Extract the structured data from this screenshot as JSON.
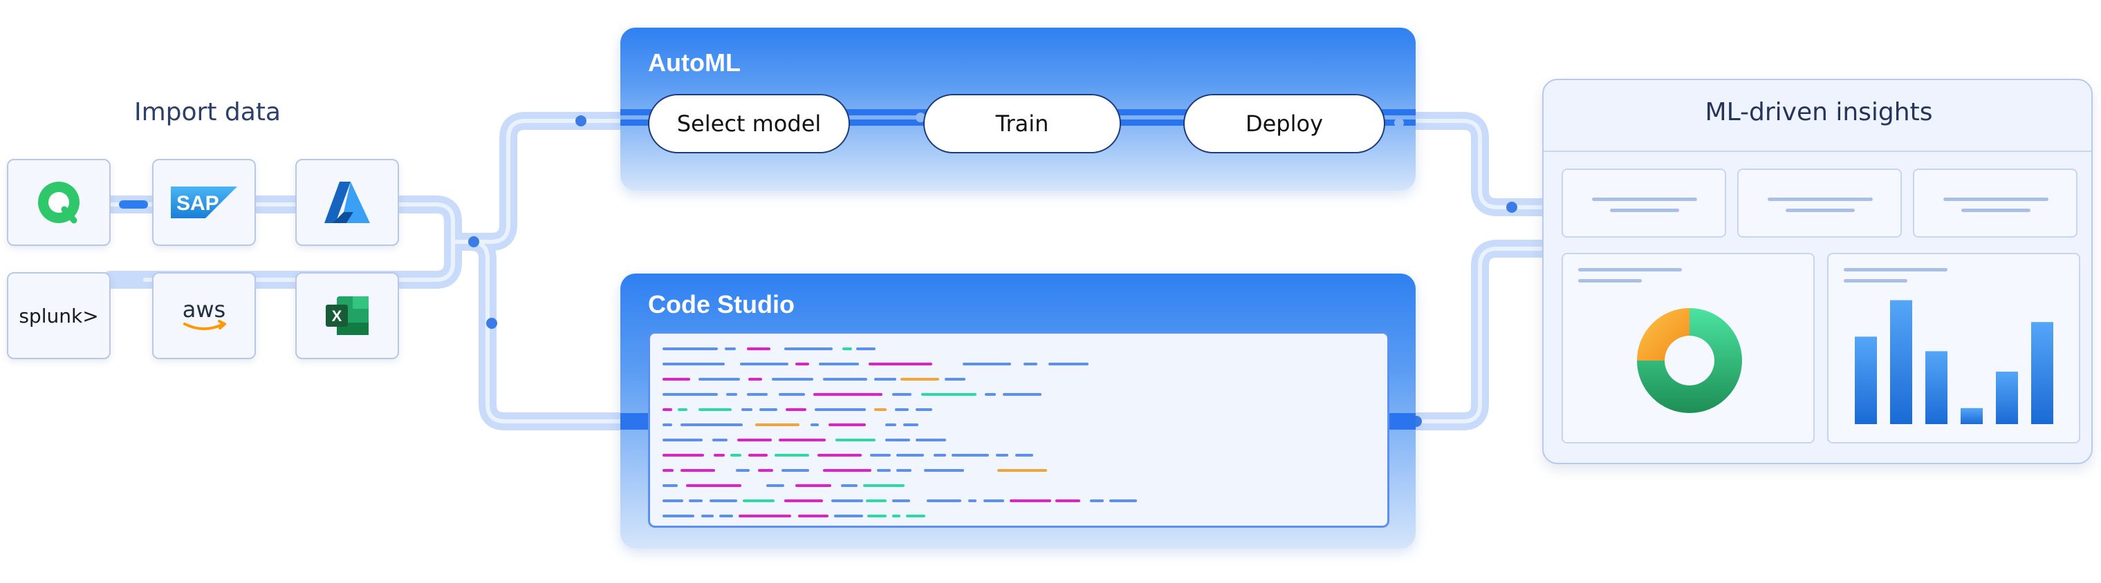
{
  "import": {
    "title": "Import data",
    "sources": [
      {
        "name": "qlik",
        "icon": "qlik-icon"
      },
      {
        "name": "SAP",
        "icon": "sap-icon"
      },
      {
        "name": "azure",
        "icon": "azure-icon"
      },
      {
        "name": "splunk>",
        "icon": "splunk-icon"
      },
      {
        "name": "aws",
        "icon": "aws-icon"
      },
      {
        "name": "excel",
        "icon": "excel-icon"
      }
    ]
  },
  "automl": {
    "title": "AutoML",
    "steps": [
      "Select model",
      "Train",
      "Deploy"
    ]
  },
  "code_studio": {
    "title": "Code Studio"
  },
  "insights": {
    "title": "ML-driven insights"
  },
  "colors": {
    "pipe": "#c5d8fb",
    "pipe_core": "#2f7cf0",
    "panel_top": "#2f80f1",
    "code_blue": "#5b8ff2",
    "code_magenta": "#e021c9",
    "code_green": "#2ed9a6",
    "code_orange": "#f0a43a",
    "donut_green": "#2fbf6f",
    "donut_orange": "#f5a623",
    "bar_blue": "#2d86ee"
  },
  "chart_data": [
    {
      "type": "pie",
      "title": "",
      "values": [
        75,
        25
      ],
      "colors": [
        "#2fbf6f",
        "#f5a623"
      ]
    },
    {
      "type": "bar",
      "title": "",
      "values": [
        6,
        8.5,
        5,
        1.1,
        3.6,
        7
      ],
      "ylim": [
        0,
        9
      ]
    }
  ]
}
